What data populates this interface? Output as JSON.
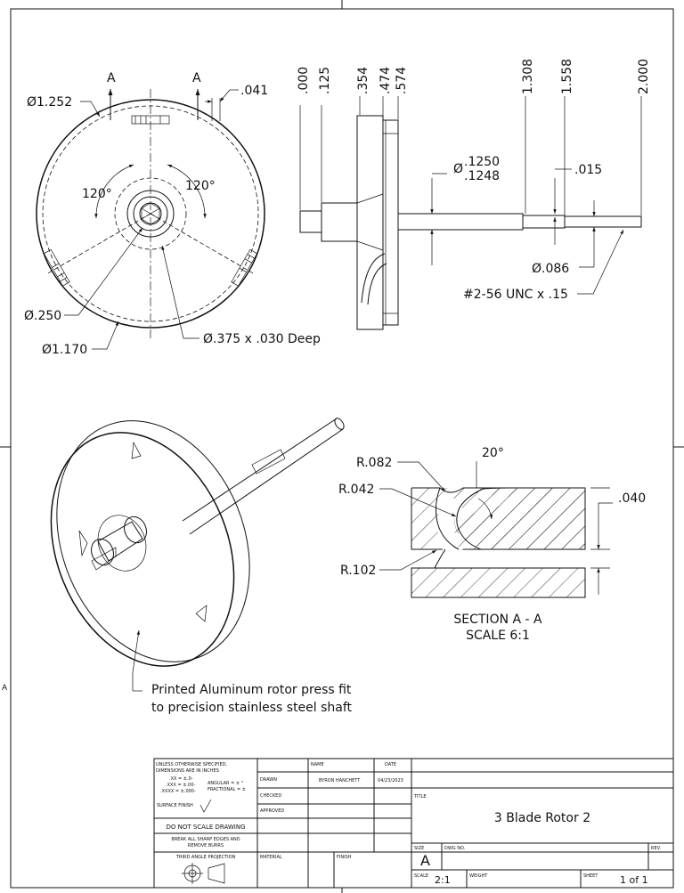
{
  "front_view": {
    "section_marker": "A",
    "dim_outer": "Ø1.252",
    "dim_offset": ".041",
    "angle": "120°",
    "dim_bore": "Ø.250",
    "dim_bolt_circle": "Ø1.170",
    "dim_counterbore": "Ø.375 x .030 Deep"
  },
  "side_view": {
    "ord_0": ".000",
    "ord_1": ".125",
    "ord_2": ".354",
    "ord_3": ".474",
    "ord_4": ".574",
    "ord_5": "1.308",
    "ord_6": "1.558",
    "ord_7": "2.000",
    "shaft_prefix": "Ø",
    "shaft_upper": ".1250",
    "shaft_lower": ".1248",
    "step": ".015",
    "tip_dia": "Ø.086",
    "thread": "#2-56 UNC x .15"
  },
  "section": {
    "r1": "R.082",
    "r2": "R.042",
    "r3": "R.102",
    "angle": "20°",
    "depth": ".040",
    "title": "SECTION A - A",
    "scale": "SCALE 6:1"
  },
  "iso_note": {
    "line1": "Printed Aluminum rotor press fit",
    "line2": "to precision stainless steel shaft"
  },
  "border_zone": "A",
  "title_block": {
    "notes_1": "UNLESS OTHERWISE SPECIFIED,",
    "notes_2": "DIMENSIONS ARE IN INCHES",
    "tol_1": ".XX = ±.0-",
    "tol_2": ".XXX = ±.00-",
    "tol_3": ".XXXX = ±.000-",
    "tol_angular": "ANGULAR = ± °",
    "tol_fractional": "FRACTIONAL = ±",
    "surface_finish": "SURFACE FINISH",
    "no_scale": "DO NOT SCALE DRAWING",
    "burrs_1": "BREAK ALL SHARP EDGES AND",
    "burrs_2": "REMOVE BURRS",
    "projection": "THIRD ANGLE PROJECTION",
    "col_name": "NAME",
    "col_date": "DATE",
    "row_drawn": "DRAWN",
    "row_checked": "CHECKED",
    "row_approved": "APPROVED",
    "drawn_name": "BYRON HANCHETT",
    "drawn_date": "04/23/2023",
    "material": "MATERIAL",
    "finish": "FINISH",
    "title_label": "TITLE",
    "title": "3 Blade Rotor 2",
    "size_label": "SIZE",
    "size": "A",
    "dwg_no_label": "DWG NO.",
    "rev_label": "REV.",
    "scale_label": "SCALE",
    "scale": "2:1",
    "weight_label": "WEIGHT",
    "sheet_label": "SHEET",
    "sheet": "1 of 1"
  }
}
